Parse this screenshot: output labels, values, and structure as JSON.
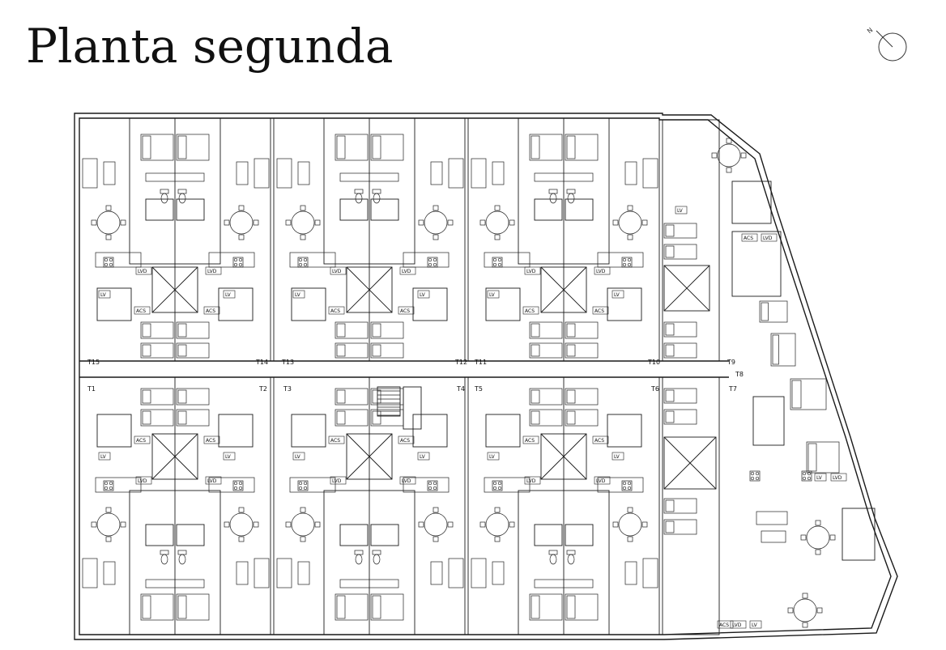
{
  "title": "Planta segunda",
  "compass": {
    "label": "N",
    "icon": "north-arrow-icon"
  },
  "colors": {
    "ink": "#111111",
    "line": "#1a1a1a",
    "paper": "#ffffff"
  },
  "stair_tags": {
    "upper": [
      "T15",
      "T14",
      "T13",
      "T12",
      "T11",
      "T10",
      "T9",
      "T8"
    ],
    "lower": [
      "T1",
      "T2",
      "T3",
      "T4",
      "T5",
      "T6",
      "T7"
    ]
  },
  "room_labels": {
    "washbasin": "LV",
    "washer_dryer": "LVD",
    "hot_water": "ACS"
  }
}
